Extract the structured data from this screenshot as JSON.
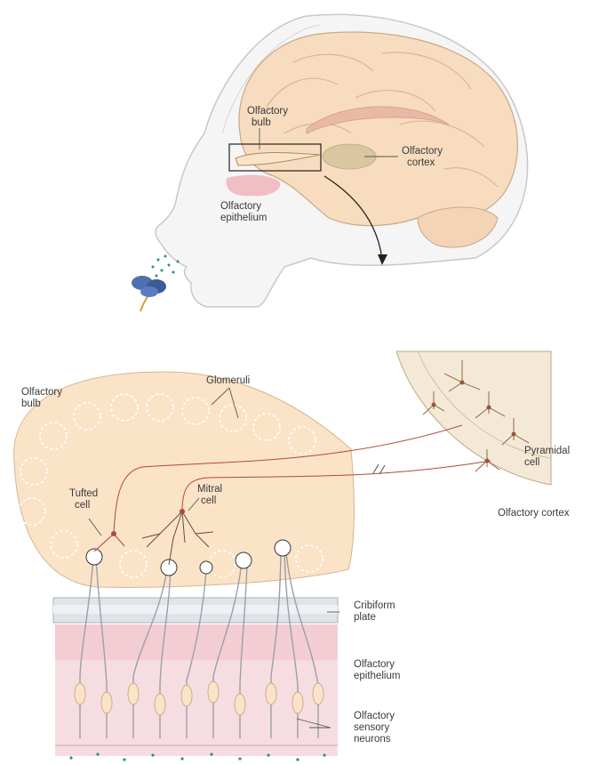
{
  "top_panel": {
    "labels": {
      "olfactory_bulb_1": "Olfactory",
      "olfactory_bulb_2": "bulb",
      "olfactory_cortex_1": "Olfactory",
      "olfactory_cortex_2": "cortex",
      "olfactory_epithelium_1": "Olfactory",
      "olfactory_epithelium_2": "epithelium"
    }
  },
  "bottom_panel": {
    "labels": {
      "olfactory_bulb_1": "Olfactory",
      "olfactory_bulb_2": "bulb",
      "glomeruli": "Glomeruli",
      "tufted_cell_1": "Tufted",
      "tufted_cell_2": "cell",
      "mitral_cell_1": "Mitral",
      "mitral_cell_2": "cell",
      "pyramidal_cell_1": "Pyramidal",
      "pyramidal_cell_2": "cell",
      "olfactory_cortex": "Olfactory cortex",
      "cribiform_plate_1": "Cribiform",
      "cribiform_plate_2": "plate",
      "olfactory_epithelium_1": "Olfactory",
      "olfactory_epithelium_2": "epithelium",
      "sensory_neurons_1": "Olfactory",
      "sensory_neurons_2": "sensory",
      "sensory_neurons_3": "neurons"
    }
  },
  "colors": {
    "brain": "#f7dcbf",
    "bulb": "#fbe3c8",
    "epithelium": "#f2c9cf",
    "cortex": "#d9c7a2",
    "axon": "#b0483b",
    "receptor_dots": "#2f8a8f"
  }
}
